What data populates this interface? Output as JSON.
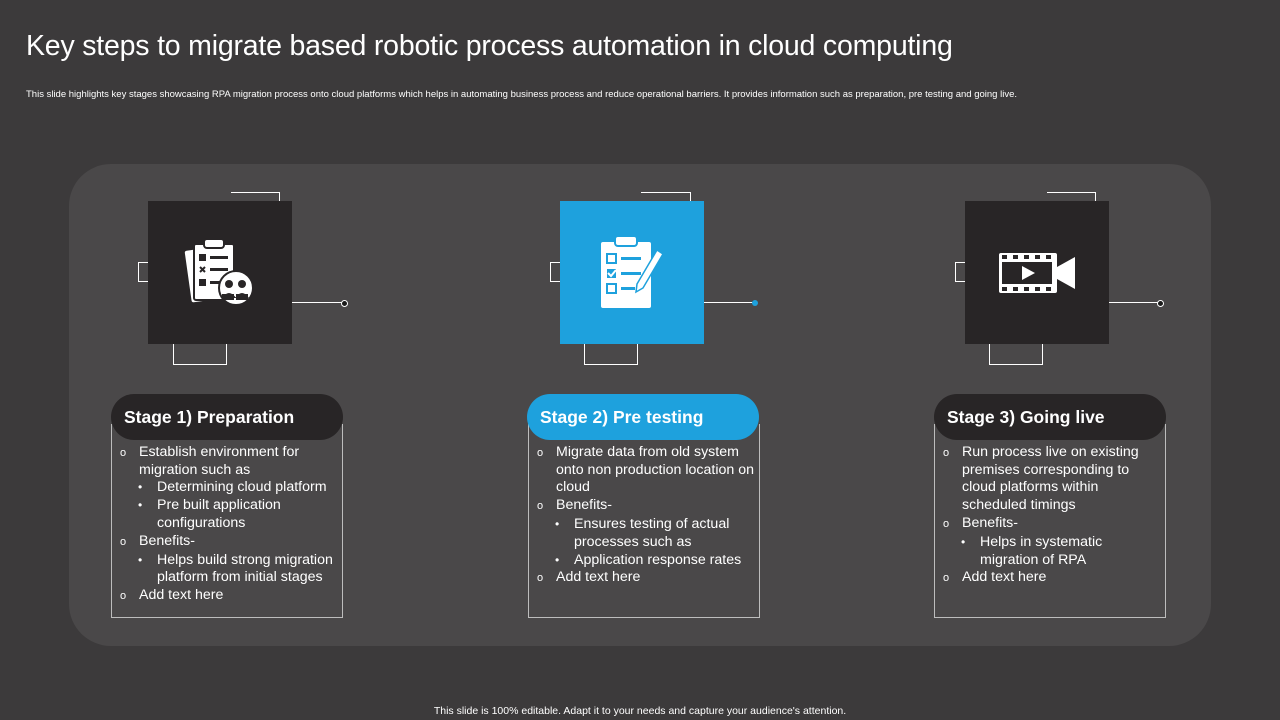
{
  "slide": {
    "title": "Key steps to migrate based robotic process automation in cloud computing",
    "subtitle": "This slide highlights key stages showcasing RPA migration process onto cloud platforms which helps in automating business process and reduce operational barriers. It provides information such as preparation, pre testing and going live.",
    "footer": "This slide is 100% editable. Adapt it to your needs and capture your audience's attention."
  },
  "colors": {
    "background": "#3c3a3b",
    "panel": "#4a4849",
    "dark_square": "#282526",
    "accent_blue": "#1ea1dd"
  },
  "stages": [
    {
      "label": "Stage 1) Preparation",
      "icon": "checklist-meeting-icon",
      "items": [
        {
          "text": "Establish environment for migration such as",
          "subs": [
            "Determining cloud platform",
            "Pre built application configurations"
          ]
        },
        {
          "text": "Benefits-",
          "subs": [
            "Helps build strong migration platform from initial stages"
          ]
        },
        {
          "text": "Add text here",
          "subs": []
        }
      ]
    },
    {
      "label": "Stage 2) Pre testing",
      "icon": "clipboard-checklist-icon",
      "items": [
        {
          "text": "Migrate data from old system onto non production location on cloud",
          "subs": []
        },
        {
          "text": "Benefits-",
          "subs": [
            "Ensures testing of actual processes such as",
            "Application response rates"
          ]
        },
        {
          "text": "Add text here",
          "subs": []
        }
      ]
    },
    {
      "label": "Stage 3) Going live",
      "icon": "video-camera-icon",
      "items": [
        {
          "text": "Run process live on existing premises corresponding to cloud platforms within scheduled timings",
          "subs": []
        },
        {
          "text": "Benefits-",
          "subs": [
            "Helps in systematic migration of RPA"
          ]
        },
        {
          "text": "Add text here",
          "subs": []
        }
      ]
    }
  ]
}
